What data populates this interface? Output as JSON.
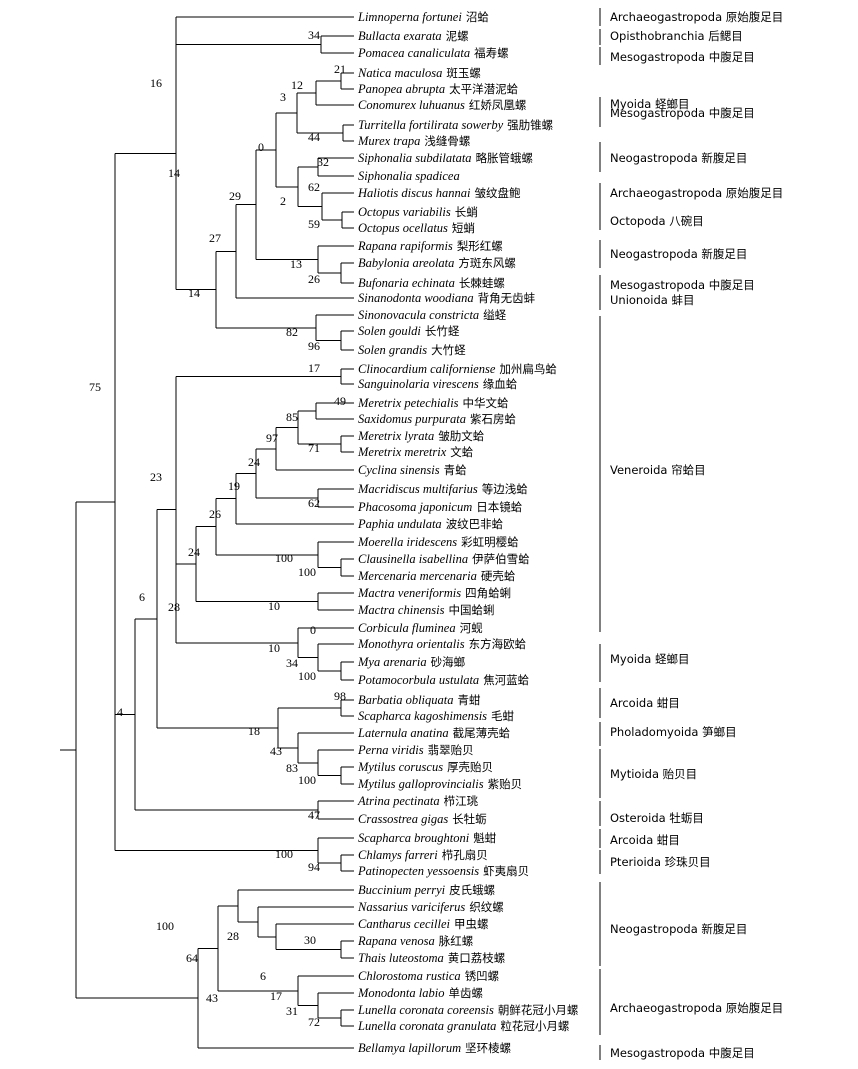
{
  "tree": {
    "taxa": [
      {
        "sci": "Limnoperna fortunei",
        "cn": "沼蛤"
      },
      {
        "sci": "Bullacta exarata",
        "cn": "泥螺"
      },
      {
        "sci": "Pomacea canaliculata",
        "cn": "福寿螺"
      },
      {
        "sci": "Natica maculosa",
        "cn": "斑玉螺"
      },
      {
        "sci": "Panopea abrupta",
        "cn": "太平洋潜泥蛤"
      },
      {
        "sci": "Conomurex luhuanus",
        "cn": "红娇凤凰螺"
      },
      {
        "sci": "Turritella fortilirata sowerby",
        "cn": "强肋锥螺"
      },
      {
        "sci": "Murex trapa",
        "cn": "浅缝骨螺"
      },
      {
        "sci": "Siphonalia subdilatata",
        "cn": "略胀管蛾螺"
      },
      {
        "sci": "Siphonalia spadicea",
        "cn": ""
      },
      {
        "sci": "Haliotis discus hannai",
        "cn": "皱纹盘鲍"
      },
      {
        "sci": "Octopus variabilis",
        "cn": "长蛸"
      },
      {
        "sci": "Octopus ocellatus",
        "cn": "短蛸"
      },
      {
        "sci": "Rapana rapiformis",
        "cn": "梨形红螺"
      },
      {
        "sci": "Babylonia areolata",
        "cn": "方斑东风螺"
      },
      {
        "sci": "Bufonaria echinata",
        "cn": "长棘蛙螺"
      },
      {
        "sci": "Sinanodonta woodiana",
        "cn": "背角无齿蚌"
      },
      {
        "sci": "Sinonovacula constricta",
        "cn": "缢蛏"
      },
      {
        "sci": "Solen gouldi",
        "cn": "长竹蛏"
      },
      {
        "sci": "Solen grandis",
        "cn": "大竹蛏"
      },
      {
        "sci": "Clinocardium californiense",
        "cn": "加州扁鸟蛤"
      },
      {
        "sci": "Sanguinolaria virescens",
        "cn": "缘血蛤"
      },
      {
        "sci": "Meretrix petechialis",
        "cn": "中华文蛤"
      },
      {
        "sci": "Saxidomus purpurata",
        "cn": "紫石房蛤"
      },
      {
        "sci": "Meretrix lyrata",
        "cn": "皱肋文蛤"
      },
      {
        "sci": "Meretrix meretrix",
        "cn": "文蛤"
      },
      {
        "sci": "Cyclina sinensis",
        "cn": "青蛤"
      },
      {
        "sci": "Macridiscus multifarius",
        "cn": "等边浅蛤"
      },
      {
        "sci": "Phacosoma japonicum",
        "cn": "日本镜蛤"
      },
      {
        "sci": "Paphia undulata",
        "cn": "波纹巴非蛤"
      },
      {
        "sci": "Moerella iridescens",
        "cn": "彩虹明樱蛤"
      },
      {
        "sci": "Clausinella isabellina",
        "cn": "伊萨伯雪蛤"
      },
      {
        "sci": "Mercenaria mercenaria",
        "cn": "硬壳蛤"
      },
      {
        "sci": "Mactra veneriformis",
        "cn": "四角蛤蜊"
      },
      {
        "sci": "Mactra chinensis",
        "cn": "中国蛤蜊"
      },
      {
        "sci": "Corbicula fluminea",
        "cn": "河蚬"
      },
      {
        "sci": "Monothyra orientalis",
        "cn": "东方海欧蛤"
      },
      {
        "sci": "Mya arenaria",
        "cn": "砂海螂"
      },
      {
        "sci": "Potamocorbula ustulata",
        "cn": "焦河蓝蛤"
      },
      {
        "sci": "Barbatia obliquata",
        "cn": "青蚶"
      },
      {
        "sci": "Scapharca kagoshimensis",
        "cn": "毛蚶"
      },
      {
        "sci": "Laternula anatina",
        "cn": "截尾薄壳蛤"
      },
      {
        "sci": "Perna viridis",
        "cn": "翡翠贻贝"
      },
      {
        "sci": "Mytilus coruscus",
        "cn": "厚壳贻贝"
      },
      {
        "sci": "Mytilus galloprovincialis",
        "cn": "紫贻贝"
      },
      {
        "sci": "Atrina pectinata",
        "cn": "栉江珧"
      },
      {
        "sci": "Crassostrea gigas",
        "cn": "长牡蛎"
      },
      {
        "sci": "Scapharca broughtoni",
        "cn": "魁蚶"
      },
      {
        "sci": "Chlamys farreri",
        "cn": "栉孔扇贝"
      },
      {
        "sci": "Patinopecten yessoensis",
        "cn": "虾夷扇贝"
      },
      {
        "sci": "Buccinium perryi",
        "cn": "皮氏蛾螺"
      },
      {
        "sci": "Nassarius variciferus",
        "cn": "织纹螺"
      },
      {
        "sci": "Cantharus cecillei",
        "cn": "甲虫螺"
      },
      {
        "sci": "Rapana venosa",
        "cn": "脉红螺"
      },
      {
        "sci": "Thais luteostoma",
        "cn": "黄口荔枝螺"
      },
      {
        "sci": "Chlorostoma rustica",
        "cn": "锈凹螺"
      },
      {
        "sci": "Monodonta labio",
        "cn": "单齿螺"
      },
      {
        "sci": "Lunella coronata coreensis",
        "cn": "朝鲜花冠小月螺"
      },
      {
        "sci": "Lunella coronata granulata",
        "cn": "粒花冠小月螺"
      },
      {
        "sci": "Bellamya lapillorum",
        "cn": "坚环棱螺"
      }
    ],
    "supports": [
      "16",
      "34",
      "21",
      "12",
      "3",
      "44",
      "0",
      "32",
      "62",
      "2",
      "59",
      "29",
      "13",
      "26",
      "27",
      "14",
      "82",
      "96",
      "14",
      "75",
      "17",
      "49",
      "85",
      "71",
      "97",
      "24",
      "62",
      "19",
      "26",
      "100",
      "100",
      "24",
      "10",
      "28",
      "23",
      "0",
      "34",
      "100",
      "10",
      "6",
      "98",
      "18",
      "43",
      "83",
      "100",
      "4",
      "47",
      "100",
      "94",
      "100",
      "28",
      "30",
      "6",
      "17",
      "31",
      "72",
      "64",
      "43"
    ],
    "orders": [
      "Archaeogastropoda 原始腹足目",
      "Opisthobranchia 后鳃目",
      "Mesogastropoda 中腹足目",
      "Myoida 蛏螂目",
      "Mesogastropoda 中腹足目",
      "Neogastropoda 新腹足目",
      "Archaeogastropoda 原始腹足目",
      "Octopoda 八碗目",
      "Neogastropoda 新腹足目",
      "Mesogastropoda 中腹足目",
      "Unionoida 蚌目",
      "Veneroida 帘蛤目",
      "Myoida 蛏螂目",
      "Arcoida 蚶目",
      "Pholadomyoida 笋螂目",
      "Mytioida 贻贝目",
      "Osteroida 牡蛎目",
      "Arcoida 蚶目",
      "Pterioida 珍珠贝目",
      "Neogastropoda 新腹足目",
      "Archaeogastropoda 原始腹足目",
      "Mesogastropoda 中腹足目"
    ]
  }
}
